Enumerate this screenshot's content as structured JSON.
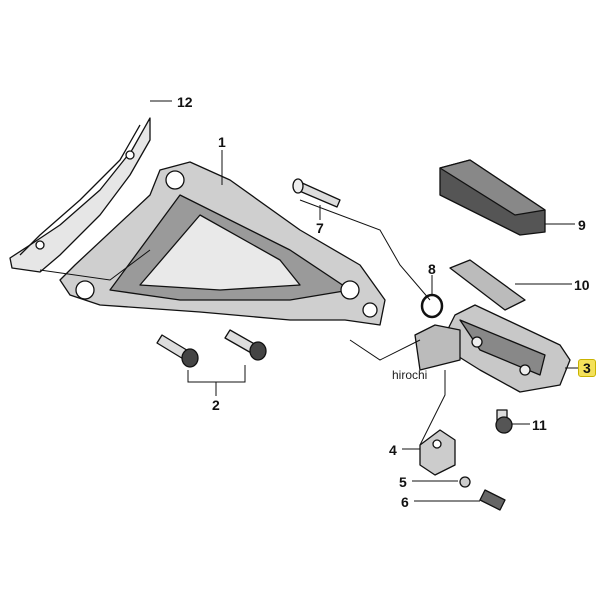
{
  "diagram": {
    "callouts": [
      {
        "number": "12"
      },
      {
        "number": "1"
      },
      {
        "number": "7"
      },
      {
        "number": "9"
      },
      {
        "number": "8"
      },
      {
        "number": "10"
      },
      {
        "number": "3",
        "highlighted": true
      },
      {
        "number": "11"
      },
      {
        "number": "2"
      },
      {
        "number": "4"
      },
      {
        "number": "5"
      },
      {
        "number": "6"
      }
    ],
    "watermark": "hirochi",
    "highlight_color": "#f4e15a"
  }
}
